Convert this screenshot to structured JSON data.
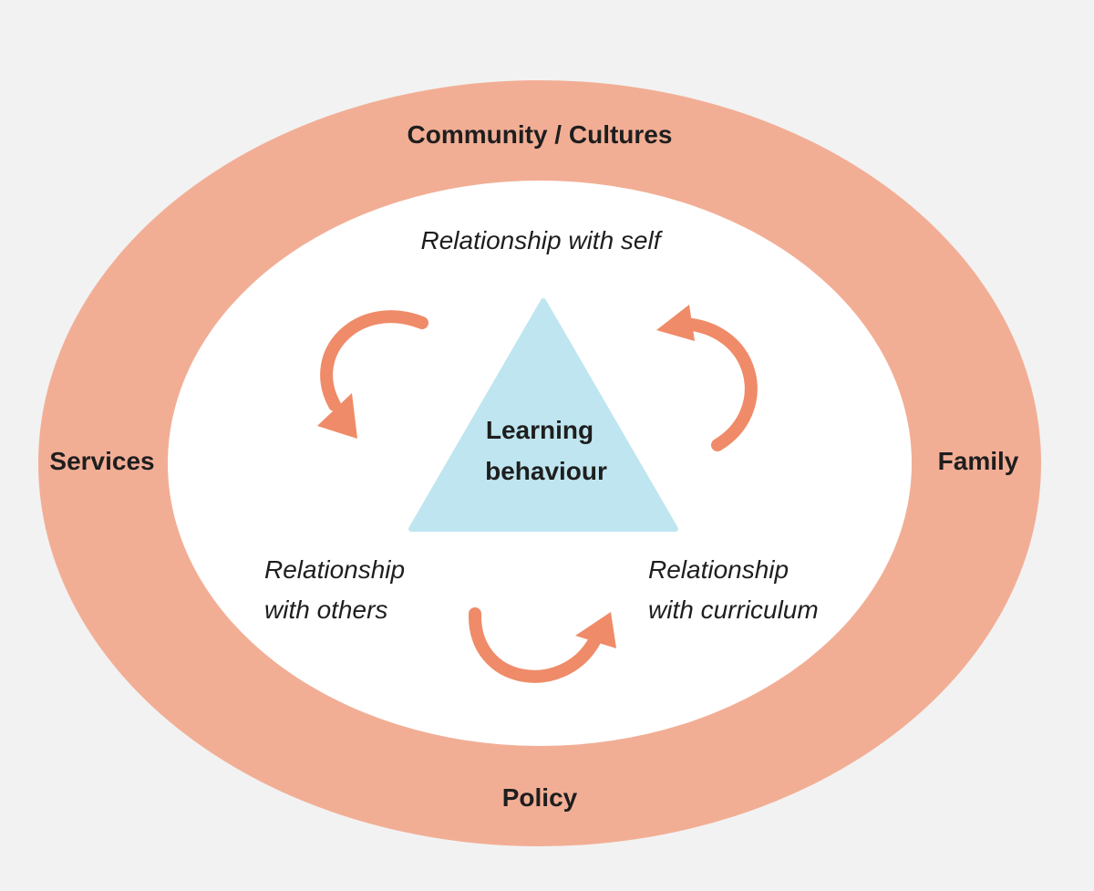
{
  "colors": {
    "background": "#f2f2f2",
    "outer_ring": "#f2ae95",
    "inner_area": "#ffffff",
    "triangle": "#bfe6f0",
    "arrows": "#ef8b68",
    "text": "#1e1e1e"
  },
  "outer_ring": {
    "top": "Community / Cultures",
    "left": "Services",
    "right": "Family",
    "bottom": "Policy"
  },
  "inner": {
    "self": "Relationship with self",
    "others": {
      "line1": "Relationship",
      "line2": "with others"
    },
    "curriculum": {
      "line1": "Relationship",
      "line2": "with curriculum"
    }
  },
  "center": {
    "line1": "Learning",
    "line2": "behaviour"
  },
  "icons": [
    "curved-arrow-icon"
  ]
}
